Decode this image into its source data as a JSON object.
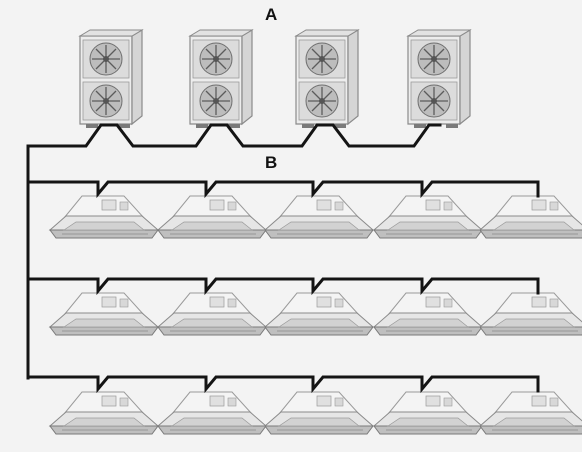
{
  "labels": {
    "a": "A",
    "b": "B"
  },
  "outdoor_units": {
    "count": 4
  },
  "indoor_units": {
    "rows": 3,
    "per_row": 5
  },
  "colors": {
    "pipe": "#141414",
    "unit_body": "#ededed",
    "unit_edge": "#9a9a9a",
    "fan": "#6f6f6f",
    "background": "#f3f3f3"
  }
}
